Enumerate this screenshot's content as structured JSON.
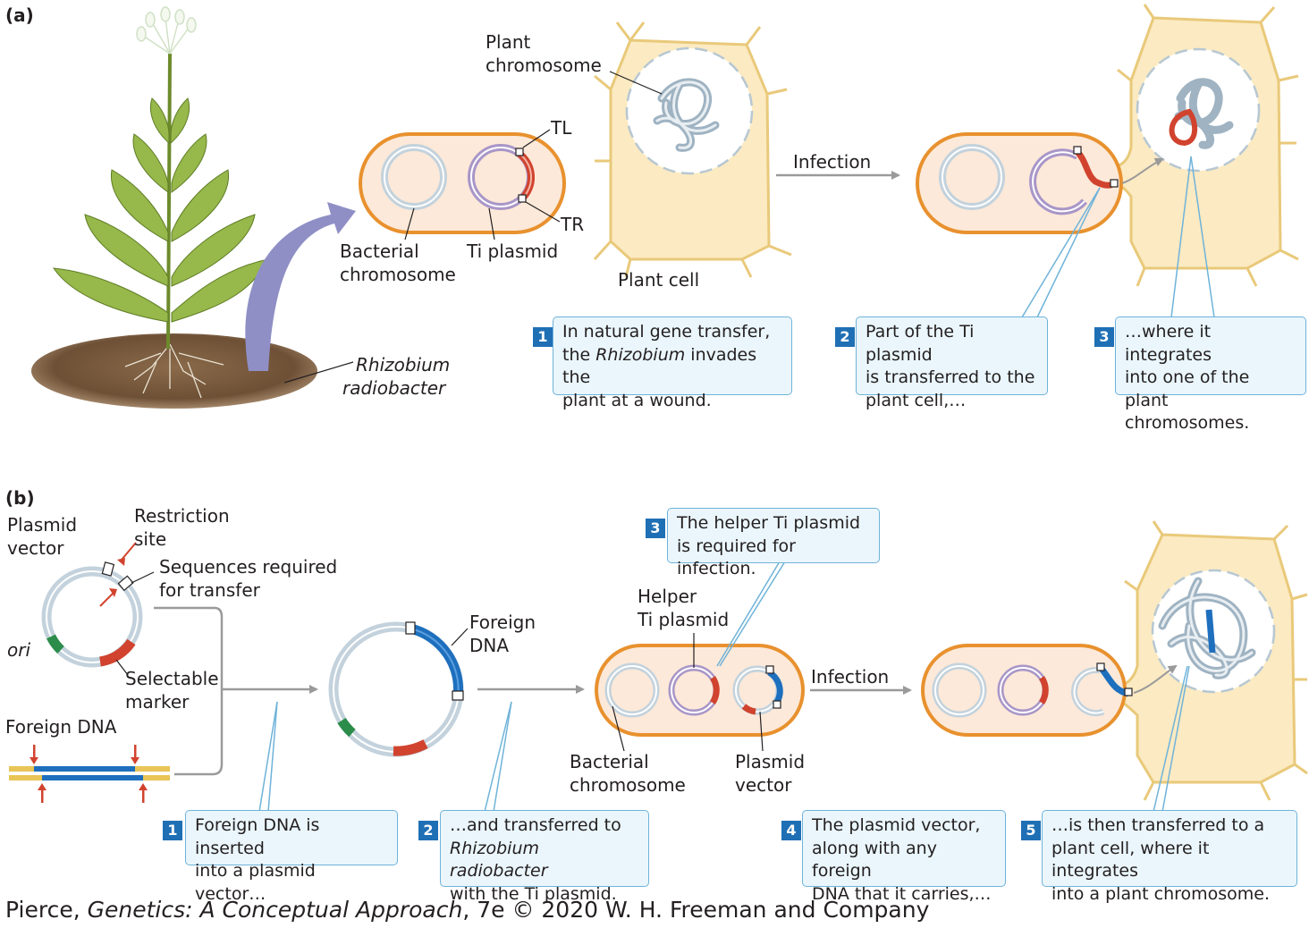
{
  "panel_a": {
    "label": "(a)",
    "plant_chromosome": [
      "Plant",
      "chromosome"
    ],
    "tl": "TL",
    "tr": "TR",
    "infection": "Infection",
    "bacterial_chromosome": [
      "Bacterial",
      "chromosome"
    ],
    "ti_plasmid": "Ti plasmid",
    "plant_cell": "Plant cell",
    "bacterium_name": [
      "Rhizobium",
      "radiobacter"
    ],
    "steps": [
      {
        "num": "1",
        "lines": [
          "In natural gene transfer,",
          "the ",
          "Rhizobium",
          " invades the",
          "plant at a wound."
        ]
      },
      {
        "num": "2",
        "lines": [
          "Part of the Ti plasmid",
          "is transferred to the",
          "plant cell,…"
        ]
      },
      {
        "num": "3",
        "lines": [
          "…where it integrates",
          "into one of the plant",
          "chromosomes."
        ]
      }
    ]
  },
  "panel_b": {
    "label": "(b)",
    "plasmid_vector": [
      "Plasmid",
      "vector"
    ],
    "restriction_site": [
      "Restriction",
      "site"
    ],
    "sequences_required": [
      "Sequences required",
      "for transfer"
    ],
    "ori": "ori",
    "selectable_marker": [
      "Selectable",
      "marker"
    ],
    "foreign_dna_left": "Foreign DNA",
    "foreign_dna_mid": [
      "Foreign",
      "DNA"
    ],
    "helper_ti": [
      "Helper",
      "Ti plasmid"
    ],
    "infection": "Infection",
    "bacterial_chromosome": [
      "Bacterial",
      "chromosome"
    ],
    "plasmid_vector_label": [
      "Plasmid",
      "vector"
    ],
    "steps": [
      {
        "num": "1",
        "lines": [
          "Foreign DNA is inserted",
          "into a plasmid vector…"
        ]
      },
      {
        "num": "2",
        "lines": [
          "…and transferred to",
          "Rhizobium radiobacter",
          "with the Ti plasmid."
        ]
      },
      {
        "num": "3",
        "lines": [
          "The helper Ti plasmid",
          "is required for infection."
        ]
      },
      {
        "num": "4",
        "lines": [
          "The plasmid vector,",
          "along with any foreign",
          "DNA that it carries,…"
        ]
      },
      {
        "num": "5",
        "lines": [
          "…is then transferred to a",
          "plant cell, where it integrates",
          "into a plant chromosome."
        ]
      }
    ]
  },
  "footer": {
    "author": "Pierce, ",
    "book": "Genetics: A Conceptual Approach",
    "rest": ", 7e © 2020 W. H. Freeman and Company"
  },
  "colors": {
    "bacterium_fill": "#fce9d9",
    "bacterium_outline": "#e8912e",
    "plant_cell_fill": "#fbeac2",
    "plasmid_gray": "#c3d2dc",
    "ti_purple": "#a996c8",
    "t_dna_red": "#d1432e",
    "foreign_blue": "#1e6fbd",
    "marker_green": "#2c8c4a",
    "callout_fill": "#eaf6fc",
    "callout_border": "#6fb3d9",
    "arrow_gray": "#9a9a9a",
    "purple_arrow": "#8f8fc6"
  }
}
